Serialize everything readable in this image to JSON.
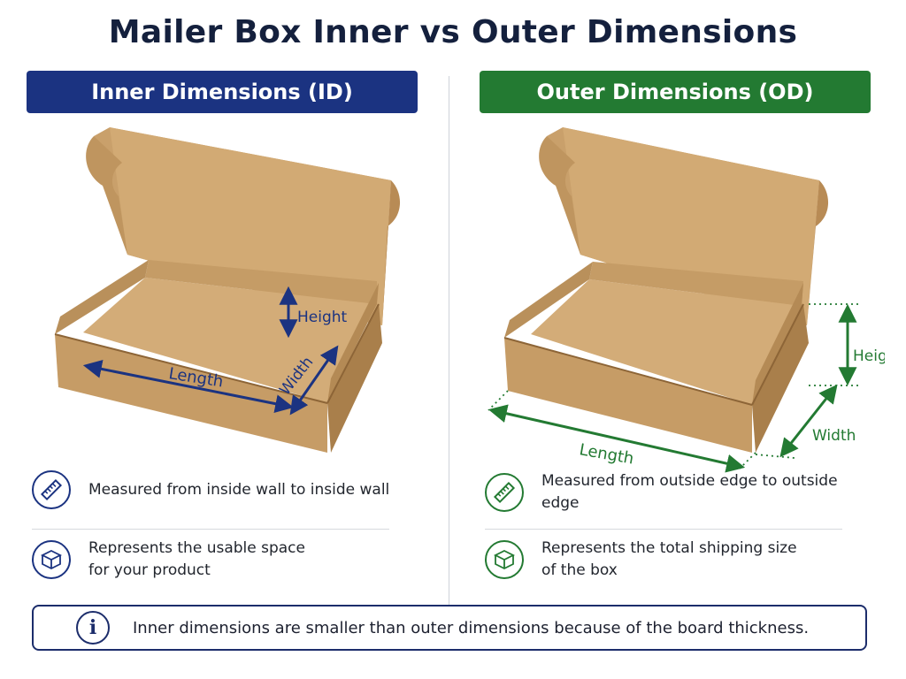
{
  "title": "Mailer Box Inner vs Outer Dimensions",
  "colors": {
    "inner_accent": "#1b3381",
    "outer_accent": "#237a32",
    "cardboard": "#c9a06b"
  },
  "inner": {
    "banner": "Inner Dimensions (ID)",
    "labels": {
      "height": "Height",
      "length": "Length",
      "width": "Width"
    },
    "points": [
      {
        "icon": "ruler-icon",
        "lines": [
          "Measured from inside wall to inside wall"
        ]
      },
      {
        "icon": "box-icon",
        "lines": [
          "Represents the usable space",
          "for your product"
        ]
      }
    ]
  },
  "outer": {
    "banner": "Outer Dimensions (OD)",
    "labels": {
      "height": "Height",
      "length": "Length",
      "width": "Width"
    },
    "points": [
      {
        "icon": "ruler-icon",
        "lines": [
          "Measured from outside edge to outside edge"
        ]
      },
      {
        "icon": "box-icon",
        "lines": [
          "Represents the total shipping size",
          "of the box"
        ]
      }
    ]
  },
  "note": {
    "icon": "info-icon",
    "text": "Inner dimensions are smaller than outer dimensions because of the board thickness."
  }
}
